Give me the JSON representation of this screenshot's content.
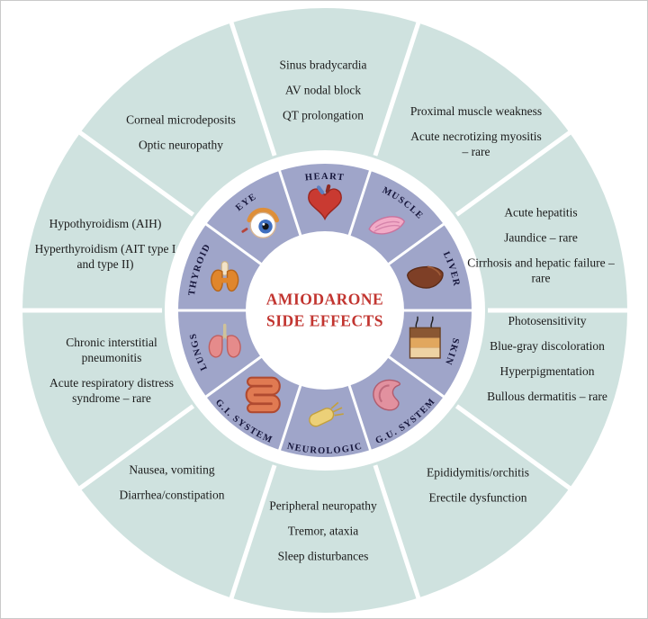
{
  "center": {
    "line1": "AMIODARONE",
    "line2": "SIDE EFFECTS"
  },
  "segments": [
    {
      "label": "HEART",
      "icon": "heart-icon",
      "items": [
        "Sinus bradycardia",
        "AV nodal block",
        "QT prolongation"
      ]
    },
    {
      "label": "MUSCLE",
      "icon": "muscle-icon",
      "items": [
        "Proximal muscle weakness",
        "Acute necrotizing myositis – rare"
      ]
    },
    {
      "label": "LIVER",
      "icon": "liver-icon",
      "items": [
        "Acute hepatitis",
        "Jaundice – rare",
        "Cirrhosis and hepatic failure – rare"
      ]
    },
    {
      "label": "SKIN",
      "icon": "skin-icon",
      "items": [
        "Photosensitivity",
        "Blue-gray discoloration",
        "Hyperpigmentation",
        "Bullous dermatitis – rare"
      ]
    },
    {
      "label": "G.U. SYSTEM",
      "icon": "gu-system-icon",
      "items": [
        "Epididymitis/orchitis",
        "Erectile dysfunction"
      ]
    },
    {
      "label": "NEUROLOGIC",
      "icon": "neurologic-icon",
      "items": [
        "Peripheral neuropathy",
        "Tremor, ataxia",
        "Sleep disturbances"
      ]
    },
    {
      "label": "G.I. SYSTEM",
      "icon": "gi-system-icon",
      "items": [
        "Nausea, vomiting",
        "Diarrhea/constipation"
      ]
    },
    {
      "label": "LUNGS",
      "icon": "lungs-icon",
      "items": [
        "Chronic interstitial pneumonitis",
        "Acute respiratory distress syndrome – rare"
      ]
    },
    {
      "label": "THYROID",
      "icon": "thyroid-icon",
      "items": [
        "Hypothyroidism (AIH)",
        "Hyperthyroidism (AIT type I and type II)"
      ]
    },
    {
      "label": "EYE",
      "icon": "eye-icon",
      "items": [
        "Corneal microdeposits",
        "Optic neuropathy"
      ]
    }
  ],
  "colors": {
    "outer_ring": "#cfe2df",
    "inner_ring": "#9fa5c9",
    "divider": "#ffffff",
    "title_red": "#c23530",
    "effect_text": "#1b1b1b",
    "ring_label": "#15153a"
  }
}
